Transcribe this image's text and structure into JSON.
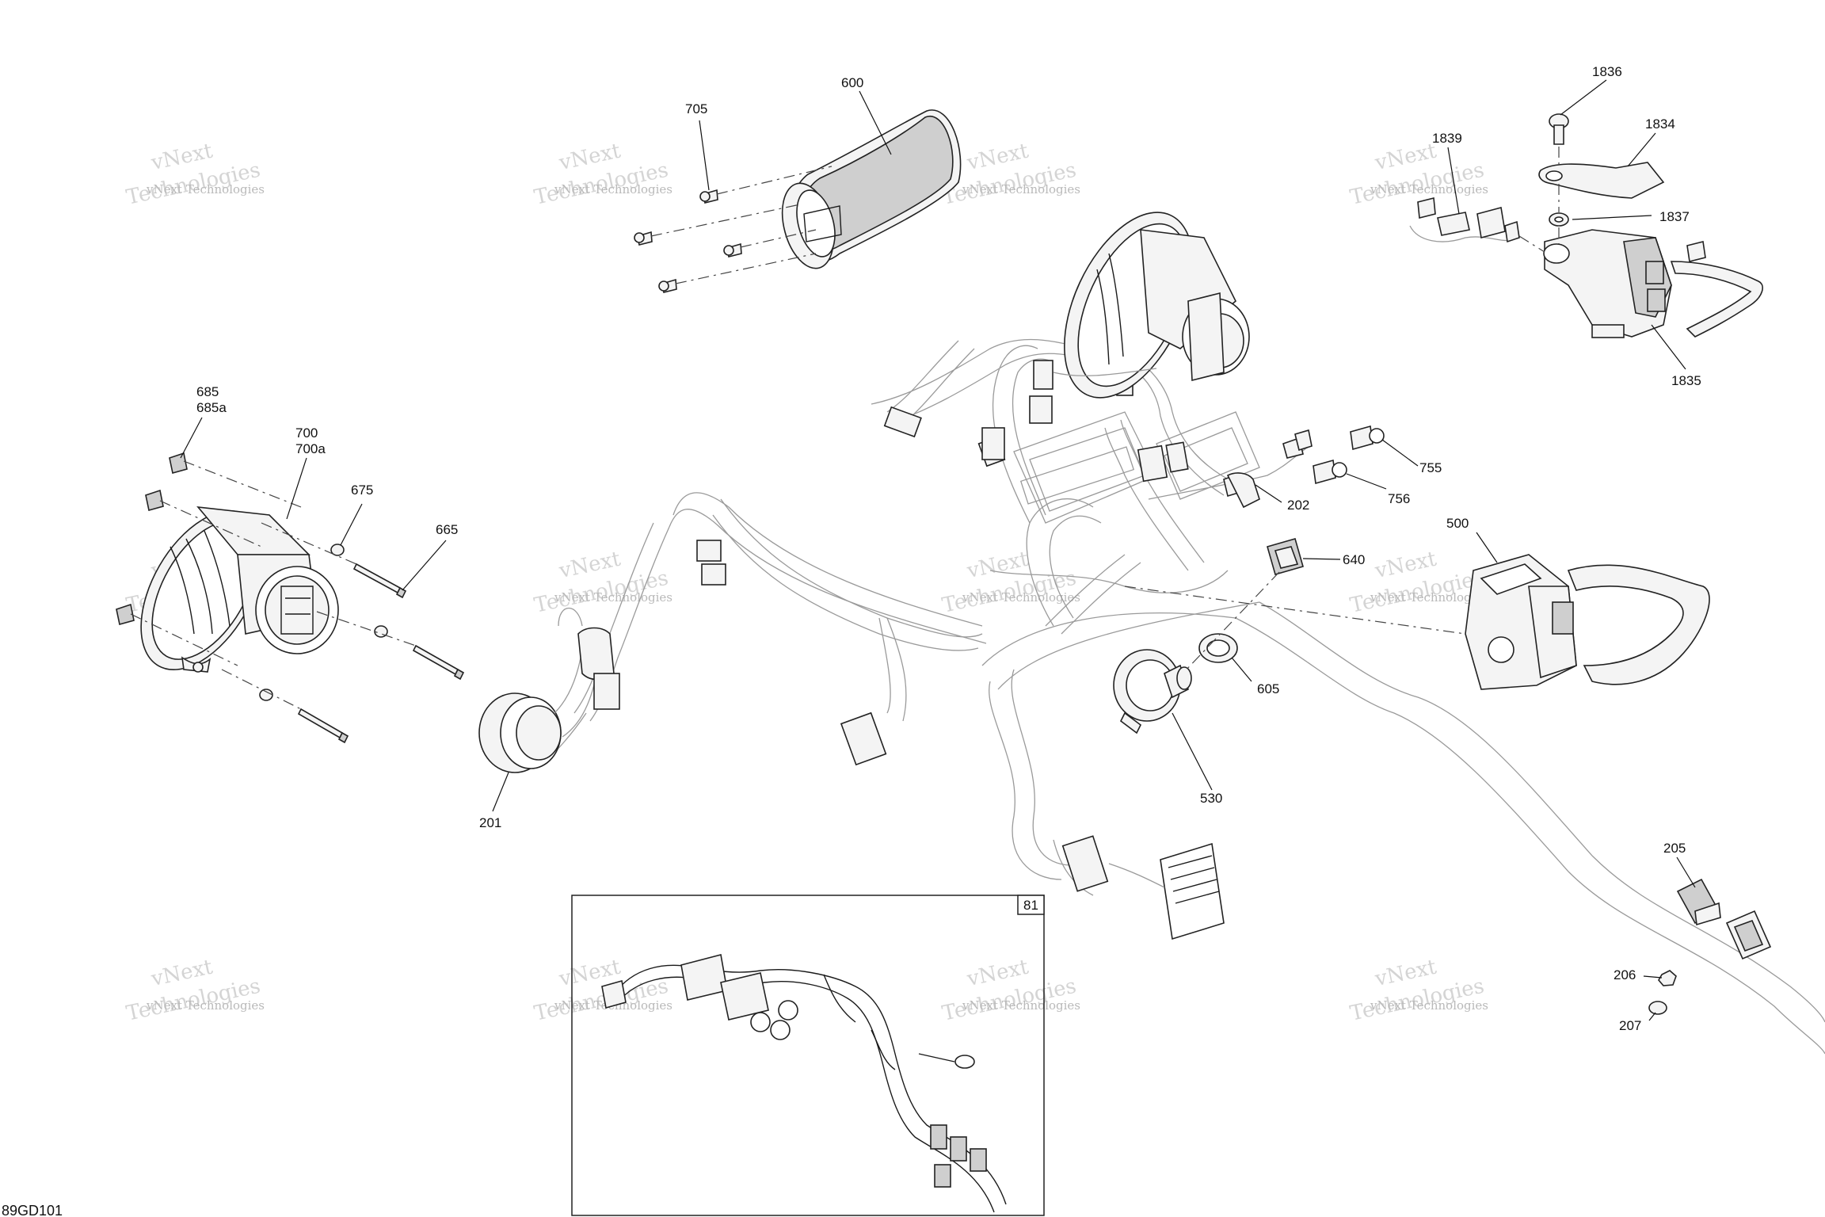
{
  "diagram_code": "89GD101",
  "watermark": {
    "small": "vNext Technologies",
    "big": "Technologies",
    "vn": "vNext"
  },
  "labels": {
    "l600": "600",
    "l705": "705",
    "l685": "685",
    "l685a": "685a",
    "l700": "700",
    "l700a": "700a",
    "l675": "675",
    "l665": "665",
    "l201": "201",
    "l202": "202",
    "l755": "755",
    "l756": "756",
    "l640": "640",
    "l605": "605",
    "l530": "530",
    "l500": "500",
    "l1836": "1836",
    "l1834": "1834",
    "l1839": "1839",
    "l1837": "1837",
    "l1835": "1835",
    "l205": "205",
    "l206": "206",
    "l207": "207",
    "l81": "81"
  },
  "colors": {
    "line": "#1a1a1a",
    "harness": "#9a9a9a",
    "watermark": "#c8c8c8"
  }
}
